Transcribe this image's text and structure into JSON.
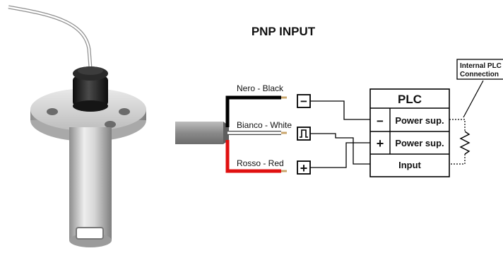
{
  "title": "PNP INPUT",
  "wires": {
    "black": "Nero - Black",
    "white": "Bianco - White",
    "red": "Rosso - Red"
  },
  "terminals": {
    "minus": "−",
    "signal": "⎍",
    "plus": "+"
  },
  "plc": {
    "header": "PLC",
    "row1_sign": "−",
    "row1_label": "Power sup.",
    "row2_sign": "+",
    "row2_label": "Power sup.",
    "row3_label": "Input"
  },
  "callout": {
    "line1": "Internal PLC",
    "line2": "Connection"
  },
  "colors": {
    "wire_black": "#000000",
    "wire_white": "#ffffff",
    "wire_red": "#e01010",
    "cable_grey": "#9a9a9a",
    "steel": "#c8c8c8",
    "gland_dark": "#1a1a1a"
  }
}
